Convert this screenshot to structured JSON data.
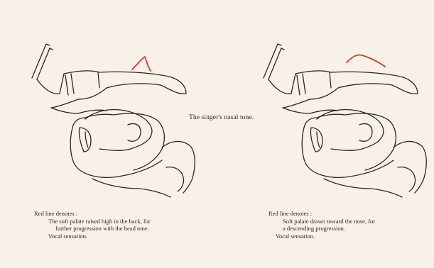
{
  "center_caption": "The singer's nasal tone.",
  "left_caption": {
    "heading": "Red line denotes :",
    "line1": "The soft palate raised high in the back, for",
    "line2": "further progression with the head tone.",
    "line3": "Vocal sensation."
  },
  "right_caption": {
    "heading": "Red line denotes :",
    "line1": "Soft palate drawn toward the nose, for",
    "line2": "a descending progression.",
    "line3": "Vocal sensation."
  },
  "colors": {
    "paper": "#f8f1e8",
    "ink": "#2c2622",
    "red_line": "#d83a2e"
  }
}
